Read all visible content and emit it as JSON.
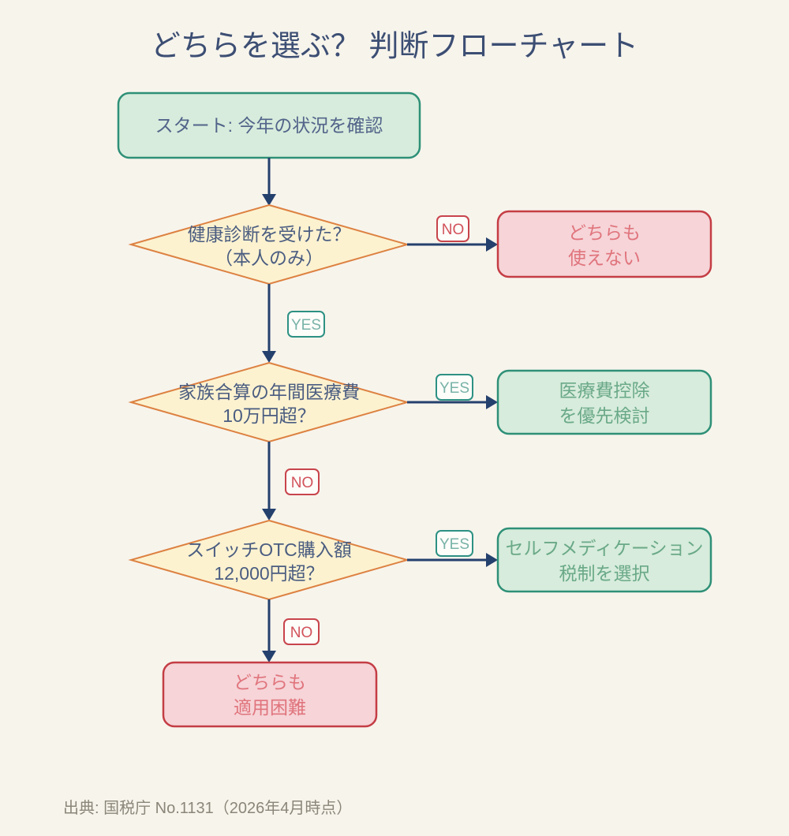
{
  "title": "どちらを選ぶ？ 判断フローチャート",
  "footer": "出典: 国税庁 No.1131（2026年4月時点）",
  "colors": {
    "background": "#f7f4ec",
    "title_text": "#3c4e73",
    "green_border": "#2e9077",
    "green_fill": "#d7ecdc",
    "green_result_text": "#6aa988",
    "diamond_fill": "#fcf2d0",
    "diamond_border": "#dd8141",
    "diamond_text": "#4a5c80",
    "red_border": "#c43d44",
    "red_fill": "#f6d4d8",
    "red_result_text": "#e0747c",
    "arrow": "#24406d",
    "yes_label_text": "#79b3a8",
    "no_label_text": "#d2525a",
    "footer_text": "#8b8679"
  },
  "nodes": {
    "start": {
      "label": "スタート: 今年の状況を確認"
    },
    "q1": {
      "line1": "健康診断を受けた？",
      "line2": "（本人のみ）"
    },
    "q2": {
      "line1": "家族合算の年間医療費",
      "line2": "10万円超？"
    },
    "q3": {
      "line1": "スイッチOTC購入額",
      "line2": "12,000円超？"
    },
    "result_neither_usable": {
      "line1": "どちらも",
      "line2": "使えない"
    },
    "result_medical_deduction": {
      "line1": "医療費控除",
      "line2": "を優先検討"
    },
    "result_self_medication": {
      "line1": "セルフメディケーション",
      "line2": "税制を選択"
    },
    "result_neither_applicable": {
      "line1": "どちらも",
      "line2": "適用困難"
    }
  },
  "edge_labels": {
    "q1_no": "NO",
    "q1_yes": "YES",
    "q2_yes": "YES",
    "q2_no": "NO",
    "q3_yes": "YES",
    "q3_no": "NO"
  }
}
